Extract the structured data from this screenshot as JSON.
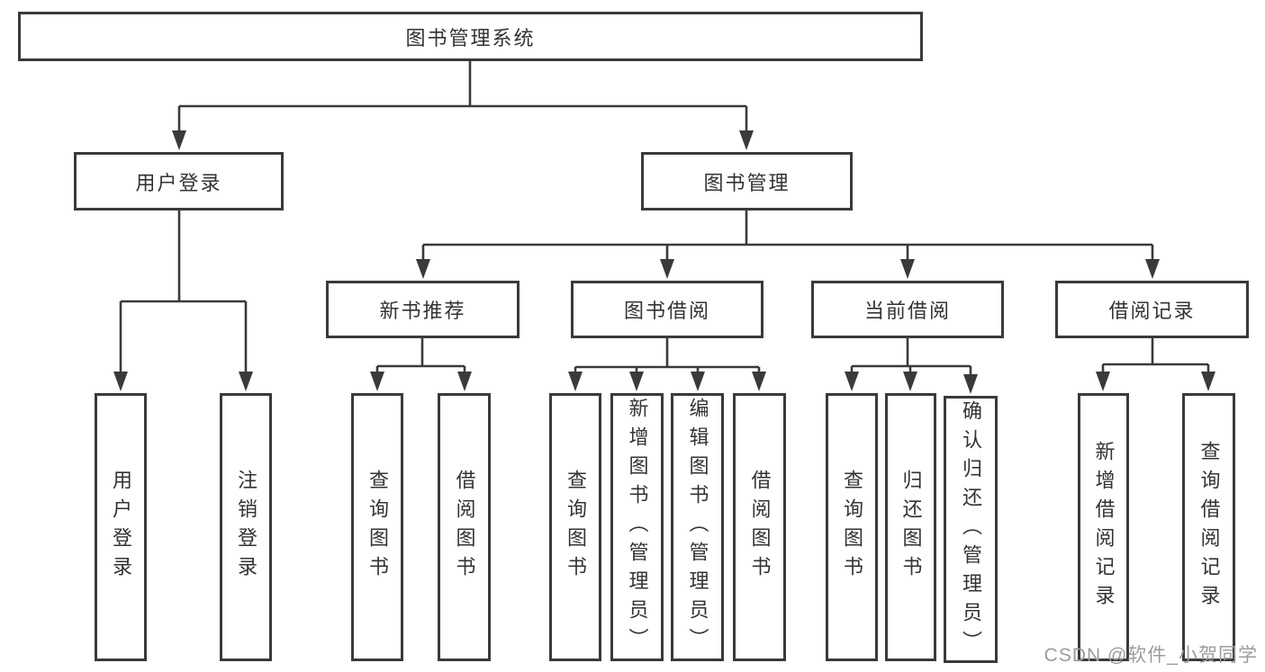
{
  "tree": {
    "label": "图书管理系统",
    "children": [
      {
        "label": "用户登录",
        "children": [
          "用户登录",
          "注销登录"
        ]
      },
      {
        "label": "图书管理",
        "children": [
          {
            "label": "新书推荐",
            "children": [
              "查询图书",
              "借阅图书"
            ]
          },
          {
            "label": "图书借阅",
            "children": [
              "查询图书",
              "新增图书（管理员）",
              "编辑图书（管理员）",
              "借阅图书"
            ]
          },
          {
            "label": "当前借阅",
            "children": [
              "查询图书",
              "归还图书",
              "确认归还（管理员）"
            ]
          },
          {
            "label": "借阅记录",
            "children": [
              "新增借阅记录",
              "查询借阅记录"
            ]
          }
        ]
      }
    ]
  },
  "watermark": {
    "text": "CSDN @软件_小贺同学"
  },
  "colors": {
    "line": "#3a3a3a",
    "text": "#333333",
    "watermark": "#9c9c9c",
    "background": "#ffffff"
  }
}
